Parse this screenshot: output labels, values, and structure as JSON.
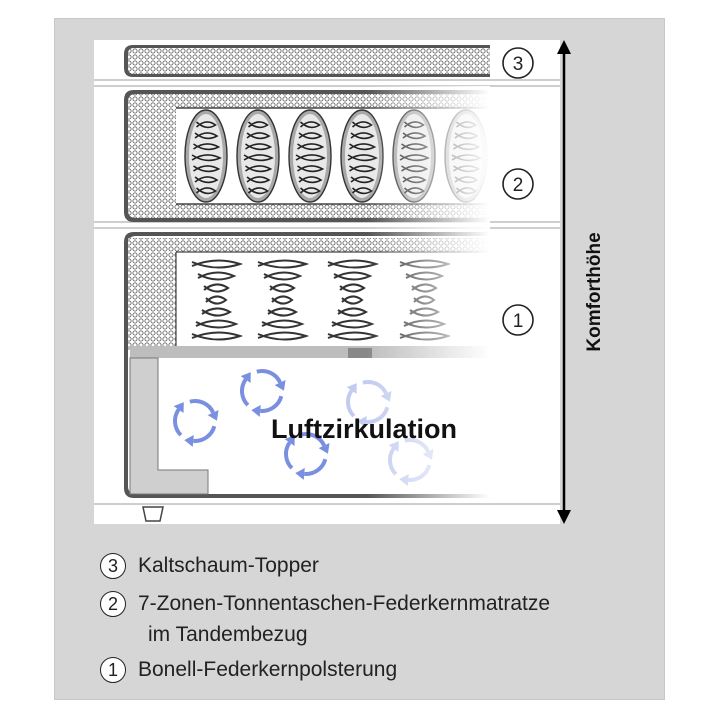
{
  "diagram": {
    "layer_numbers": [
      "3",
      "2",
      "1"
    ],
    "center_label": "Luftzirkulation",
    "side_label": "Komforthöhe"
  },
  "legend": [
    {
      "number": "3",
      "text": "Kaltschaum-Topper"
    },
    {
      "number": "2",
      "text": "7-Zonen-Tonnentaschen-Federkernmatratze",
      "text2": "im Tandembezug"
    },
    {
      "number": "1",
      "text": "Bonell-Federkernpolsterung"
    }
  ],
  "colors": {
    "frame_background": "#d6d6d6",
    "outline": "#333333",
    "arrow_blue": "#7b8fe0"
  }
}
